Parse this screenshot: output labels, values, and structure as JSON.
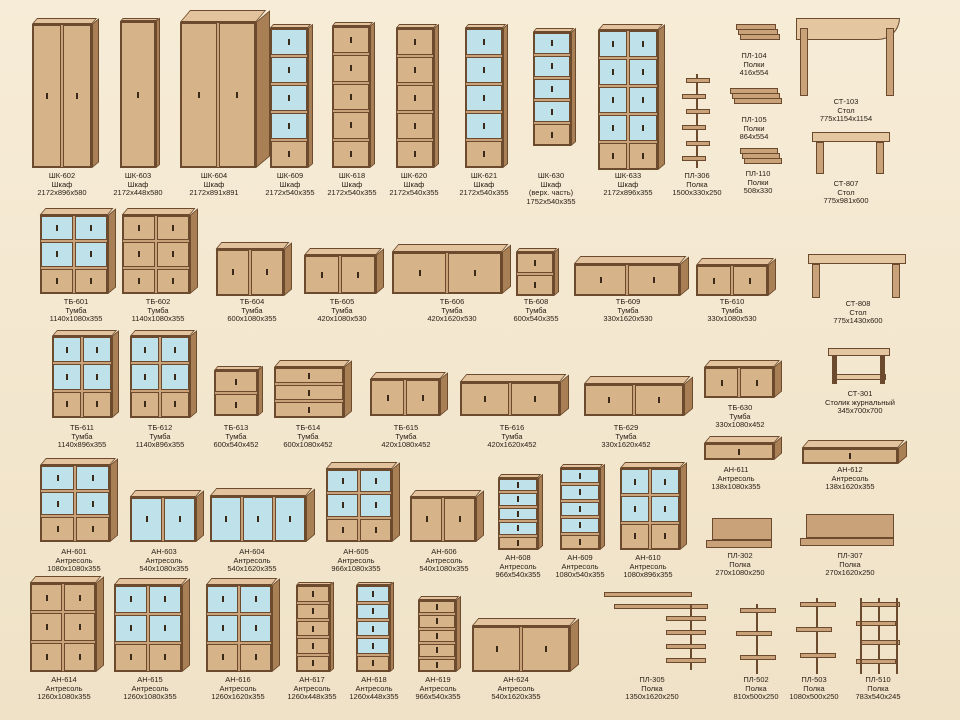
{
  "items": [
    {
      "code": "ШК-602",
      "name": "Шкаф",
      "size": "2172х896х580",
      "kind": "wardrobe"
    },
    {
      "code": "ШК-603",
      "name": "Шкаф",
      "size": "2172х448х580",
      "kind": "wardrobe"
    },
    {
      "code": "ШК-604",
      "name": "Шкаф",
      "size": "2172х891х891",
      "kind": "corner"
    },
    {
      "code": "ШК-609",
      "name": "Шкаф",
      "size": "2172х540х355",
      "kind": "glass-tall"
    },
    {
      "code": "ШК-618",
      "name": "Шкаф",
      "size": "2172х540х355",
      "kind": "tall"
    },
    {
      "code": "ШК-620",
      "name": "Шкаф",
      "size": "2172х540х355",
      "kind": "tall"
    },
    {
      "code": "ШК-621",
      "name": "Шкаф",
      "size": "2172х540х355",
      "kind": "glass-tall"
    },
    {
      "code": "ШК-630",
      "name": "Шкаф",
      "extra": "(верх. часть)",
      "size": "1752х540х355",
      "kind": "glass-tall"
    },
    {
      "code": "ШК-633",
      "name": "Шкаф",
      "size": "2172х896х355",
      "kind": "glass-wide"
    },
    {
      "code": "ПЛ-306",
      "name": "Полка",
      "size": "1500х330х250",
      "kind": "rack"
    },
    {
      "code": "ПЛ-104",
      "name": "Полки",
      "size": "416х554",
      "kind": "plank"
    },
    {
      "code": "ПЛ-105",
      "name": "Полки",
      "size": "864х554",
      "kind": "plank"
    },
    {
      "code": "ПЛ-110",
      "name": "Полки",
      "size": "508х330",
      "kind": "plank"
    },
    {
      "code": "СТ-103",
      "name": "Стол",
      "size": "775х1154х1154",
      "kind": "desk-corner"
    },
    {
      "code": "СТ-807",
      "name": "Стол",
      "size": "775х981х600",
      "kind": "desk"
    },
    {
      "code": "ТБ-601",
      "name": "Тумба",
      "size": "1140х1080х355",
      "kind": "chest-glass"
    },
    {
      "code": "ТБ-602",
      "name": "Тумба",
      "size": "1140х1080х355",
      "kind": "chest"
    },
    {
      "code": "ТБ-604",
      "name": "Тумба",
      "size": "600х1080х355",
      "kind": "low"
    },
    {
      "code": "ТБ-605",
      "name": "Тумба",
      "size": "420х1080х530",
      "kind": "low"
    },
    {
      "code": "ТБ-606",
      "name": "Тумба",
      "size": "420х1620х530",
      "kind": "low"
    },
    {
      "code": "ТБ-608",
      "name": "Тумба",
      "size": "600х540х355",
      "kind": "small"
    },
    {
      "code": "ТБ-609",
      "name": "Тумба",
      "size": "330х1620х530",
      "kind": "low"
    },
    {
      "code": "ТБ-610",
      "name": "Тумба",
      "size": "330х1080х530",
      "kind": "low"
    },
    {
      "code": "СТ-808",
      "name": "Стол",
      "size": "775х1430х600",
      "kind": "desk"
    },
    {
      "code": "ТБ-611",
      "name": "Тумба",
      "size": "1140х896х355",
      "kind": "chest-glass"
    },
    {
      "code": "ТБ-612",
      "name": "Тумба",
      "size": "1140х896х355",
      "kind": "chest-glass"
    },
    {
      "code": "ТБ-613",
      "name": "Тумба",
      "size": "600х540х452",
      "kind": "small"
    },
    {
      "code": "ТБ-614",
      "name": "Тумба",
      "size": "600х1080х452",
      "kind": "drawers"
    },
    {
      "code": "ТБ-615",
      "name": "Тумба",
      "size": "420х1080х452",
      "kind": "low"
    },
    {
      "code": "ТБ-616",
      "name": "Тумба",
      "size": "420х1620х452",
      "kind": "low"
    },
    {
      "code": "ТБ-629",
      "name": "Тумба",
      "size": "330х1620х452",
      "kind": "low"
    },
    {
      "code": "ТБ-630",
      "name": "Тумба",
      "size": "330х1080х452",
      "kind": "low"
    },
    {
      "code": "СТ-301",
      "name": "Столик журнальный",
      "size": "345х700х700",
      "kind": "coffee"
    },
    {
      "code": "АН-611",
      "name": "Антресоль",
      "size": "138х1080х355",
      "kind": "strip"
    },
    {
      "code": "АН-612",
      "name": "Антресоль",
      "size": "138х1620х355",
      "kind": "strip"
    },
    {
      "code": "АН-601",
      "name": "Антресоль",
      "size": "1080х1080х355",
      "kind": "chest-glass"
    },
    {
      "code": "АН-603",
      "name": "Антресоль",
      "size": "540х1080х355",
      "kind": "glass-low"
    },
    {
      "code": "АН-604",
      "name": "Антресоль",
      "size": "540х1620х355",
      "kind": "glass-low"
    },
    {
      "code": "АН-605",
      "name": "Антресоль",
      "size": "966х1080х355",
      "kind": "chest-glass"
    },
    {
      "code": "АН-606",
      "name": "Антресоль",
      "size": "540х1080х355",
      "kind": "low"
    },
    {
      "code": "АН-608",
      "name": "Антресоль",
      "size": "966х540х355",
      "kind": "glass-tall"
    },
    {
      "code": "АН-609",
      "name": "Антресоль",
      "size": "1080х540х355",
      "kind": "glass-tall"
    },
    {
      "code": "АН-610",
      "name": "Антресоль",
      "size": "1080х896х355",
      "kind": "chest-glass"
    },
    {
      "code": "ПЛ-302",
      "name": "Полка",
      "size": "270х1080х250",
      "kind": "shelf-l"
    },
    {
      "code": "ПЛ-307",
      "name": "Полка",
      "size": "270х1620х250",
      "kind": "shelf-l"
    },
    {
      "code": "АН-614",
      "name": "Антресоль",
      "size": "1260х1080х355",
      "kind": "chest"
    },
    {
      "code": "АН-615",
      "name": "Антресоль",
      "size": "1260х1080х355",
      "kind": "chest-glass"
    },
    {
      "code": "АН-616",
      "name": "Антресоль",
      "size": "1260х1620х355",
      "kind": "chest-glass"
    },
    {
      "code": "АН-617",
      "name": "Антресоль",
      "size": "1260х448х355",
      "kind": "tall"
    },
    {
      "code": "АН-618",
      "name": "Антресоль",
      "size": "1260х448х355",
      "kind": "glass-tall"
    },
    {
      "code": "АН-619",
      "name": "Антресоль",
      "size": "966х540х355",
      "kind": "tall"
    },
    {
      "code": "АН-624",
      "name": "Антресоль",
      "size": "540х1620х355",
      "kind": "low"
    },
    {
      "code": "ПЛ-305",
      "name": "Полка",
      "size": "1350х1620х250",
      "kind": "wall-rack"
    },
    {
      "code": "ПЛ-502",
      "name": "Полка",
      "size": "810х500х250",
      "kind": "post-rack"
    },
    {
      "code": "ПЛ-503",
      "name": "Полка",
      "size": "1080х500х250",
      "kind": "post-rack"
    },
    {
      "code": "ПЛ-510",
      "name": "Полка",
      "size": "783х540х245",
      "kind": "cube-rack"
    }
  ]
}
